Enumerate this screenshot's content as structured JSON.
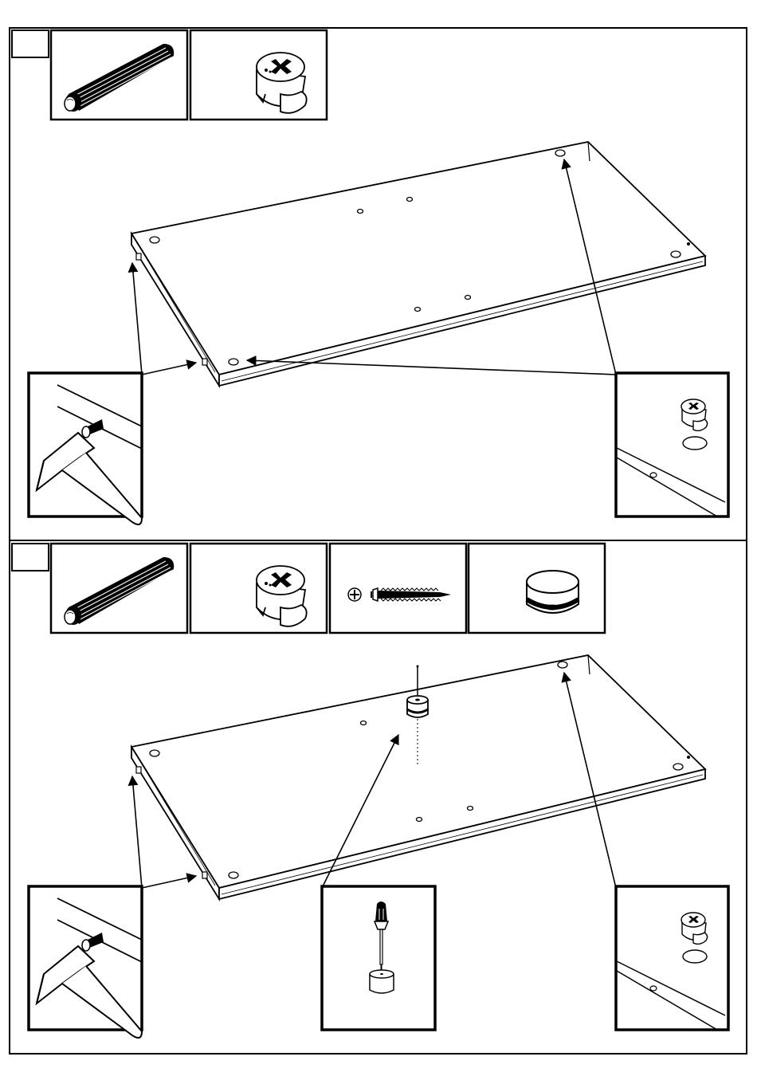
{
  "document": {
    "type": "assembly-instructions",
    "colors": {
      "ink": "#000000",
      "paper": "#ffffff",
      "shade": "#dddddd"
    }
  },
  "steps": [
    {
      "id": "step-1",
      "number": "",
      "parts": [
        "wooden-dowel",
        "cam-lock-fitting"
      ],
      "callouts": [
        "dowel-insertion-detail",
        "cam-lock-insertion-detail"
      ]
    },
    {
      "id": "step-2",
      "number": "",
      "parts": [
        "wooden-dowel",
        "cam-lock-fitting",
        "screw",
        "plastic-foot"
      ],
      "callouts": [
        "dowel-insertion-detail",
        "screwdriver-foot-detail",
        "cam-lock-insertion-detail"
      ]
    }
  ]
}
